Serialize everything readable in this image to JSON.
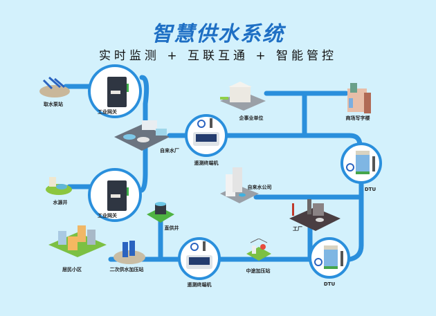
{
  "header": {
    "title": "智慧供水系统",
    "subtitle": "实时监测 + 互联互通 + 智能管控"
  },
  "colors": {
    "background": "#d3f1fc",
    "pipe": "#2a8fdc",
    "pipe_highlight": "#7cc3f0",
    "title": "#1e6fc4"
  },
  "nodes": {
    "intake_pump_station": {
      "label": "取水泵站",
      "icon": "pump-station-icon"
    },
    "gateway_top": {
      "label": "工业网关",
      "icon": "industrial-gateway-icon"
    },
    "gateway_bottom": {
      "label": "工业网关",
      "icon": "industrial-gateway-icon"
    },
    "water_source_well": {
      "label": "水源井",
      "icon": "water-well-icon"
    },
    "waterworks": {
      "label": "自来水厂",
      "icon": "water-plant-icon"
    },
    "terminal_top": {
      "label": "遥测终端机",
      "icon": "telemetry-terminal-icon"
    },
    "terminal_bottom": {
      "label": "遥测终端机",
      "icon": "telemetry-terminal-icon"
    },
    "enterprise": {
      "label": "企事业单位",
      "icon": "government-building-icon"
    },
    "commercial": {
      "label": "商场写字楼",
      "icon": "office-building-icon"
    },
    "dtu_top": {
      "label": "DTU",
      "icon": "dtu-device-icon"
    },
    "dtu_bottom": {
      "label": "DTU",
      "icon": "dtu-device-icon"
    },
    "water_company": {
      "label": "自来水公司",
      "icon": "company-tower-icon"
    },
    "factory": {
      "label": "工厂",
      "icon": "factory-icon"
    },
    "direct_well": {
      "label": "直供井",
      "icon": "water-tank-icon"
    },
    "residential": {
      "label": "居民小区",
      "icon": "residential-area-icon"
    },
    "secondary_booster": {
      "label": "二次供水加压站",
      "icon": "booster-station-icon"
    },
    "midway_booster": {
      "label": "中途加压站",
      "icon": "midway-booster-icon"
    }
  }
}
